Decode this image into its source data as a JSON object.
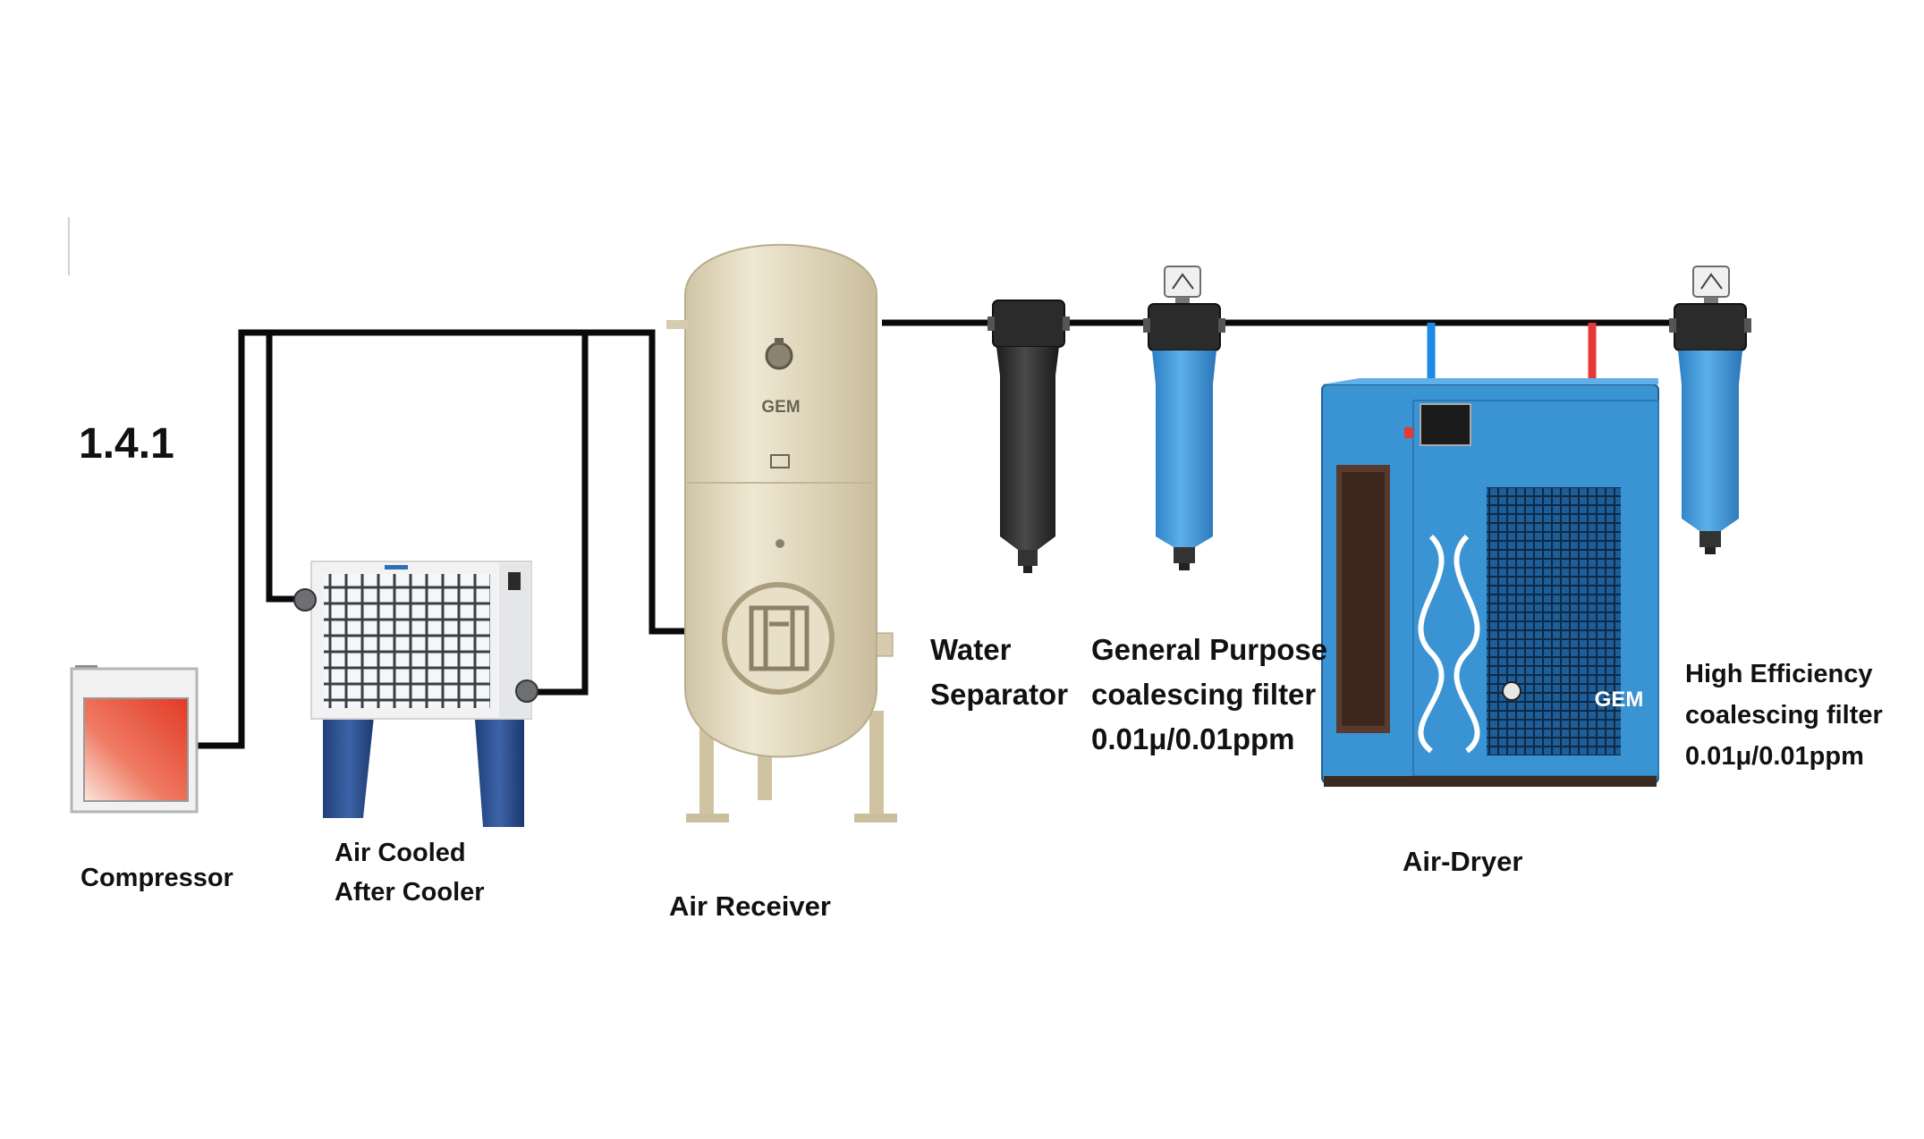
{
  "figure_number": "1.4.1",
  "components": {
    "compressor": {
      "label": "Compressor"
    },
    "after_cooler": {
      "label_lines": [
        "Air Cooled",
        "After Cooler"
      ]
    },
    "air_receiver": {
      "label": "Air Receiver",
      "brand": "GEM"
    },
    "water_separator": {
      "label_lines": [
        "Water",
        "Separator"
      ]
    },
    "general_purpose_filter": {
      "label_lines": [
        "General Purpose",
        "coalescing filter",
        "0.01μ/0.01ppm"
      ]
    },
    "air_dryer": {
      "label": "Air-Dryer",
      "brand": "GEM"
    },
    "high_efficiency_filter": {
      "label_lines": [
        "High Efficiency",
        "coalescing filter",
        "0.01μ/0.01ppm"
      ]
    }
  },
  "colors": {
    "pipe": "#0a0a0a",
    "compressor_fill": "#e8553f",
    "tank": "#e6dcc2",
    "filter_blue": "#3d97db",
    "separator_dark": "#2b2b2b",
    "dryer_blue": "#3a93d3",
    "cold_line": "#1e88e5",
    "hot_line": "#e53935"
  }
}
